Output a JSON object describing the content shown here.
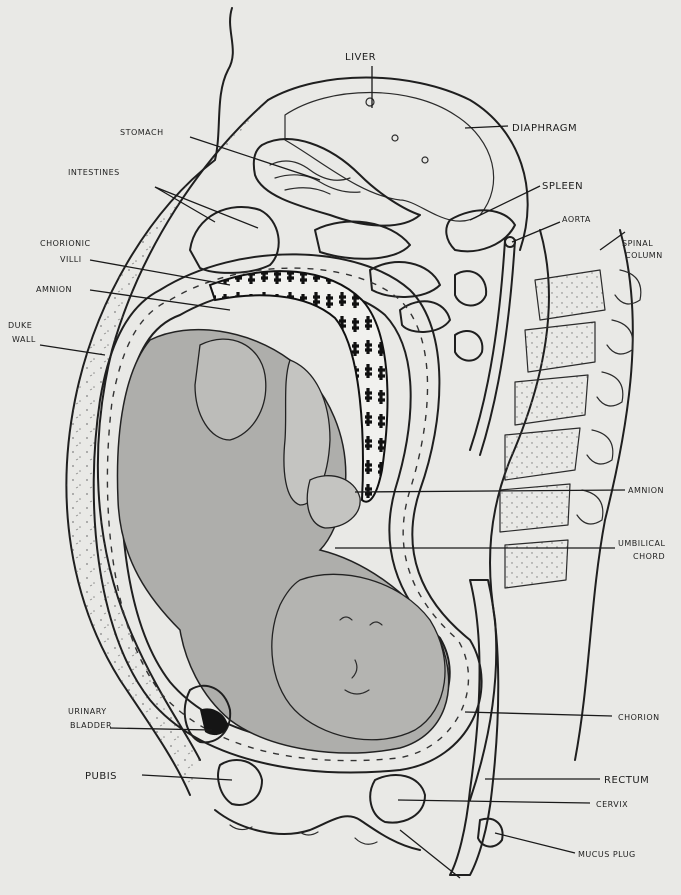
{
  "labels": {
    "liver": "LIVER",
    "stomach": "STOMACH",
    "diaphragm": "DIAPHRAGM",
    "intestines": "INTESTINES",
    "spleen": "SPLEEN",
    "aorta": "AORTA",
    "spinal_column_1": "SPINAL",
    "spinal_column_2": "COLUMN",
    "chorionic_villi_1": "CHORIONIC",
    "chorionic_villi_2": "VILLI",
    "amnion_left": "AMNION",
    "abdominal_wall_1": "DUKE",
    "abdominal_wall_2": "WALL",
    "amnion_right": "AMNION",
    "umbilical_cord_1": "UMBILICAL",
    "umbilical_cord_2": "CHORD",
    "urinary_bladder_1": "URINARY",
    "urinary_bladder_2": "BLADDER",
    "chorion": "CHORION",
    "pubis": "PUBIS",
    "rectum": "RECTUM",
    "cervix": "CERVIX",
    "mucus_plug": "MUCUS PLUG"
  },
  "colors": {
    "paper": "#e9e9e6",
    "ink": "#1f1f1f",
    "fetus_shade": "#a9a9a6",
    "placenta_dark": "#151515"
  }
}
